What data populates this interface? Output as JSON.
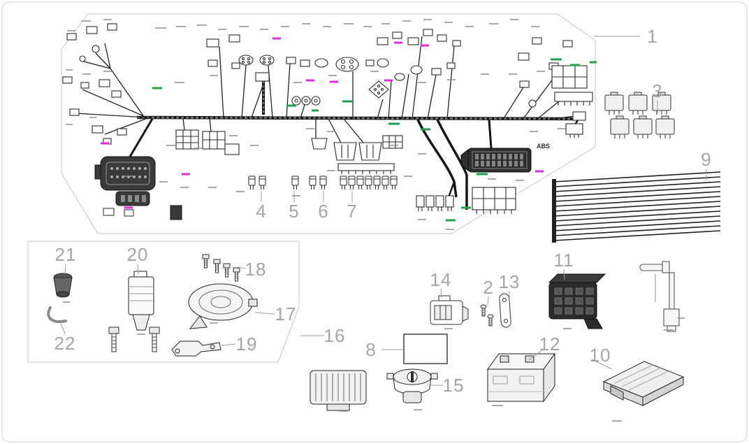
{
  "page": {
    "type": "exploded-parts-diagram",
    "subject": "vehicle main wiring harness and electrical components"
  },
  "labels": {
    "abs": "ABS"
  },
  "callouts": [
    {
      "id": "1"
    },
    {
      "id": "2"
    },
    {
      "id": "3"
    },
    {
      "id": "4"
    },
    {
      "id": "5"
    },
    {
      "id": "6"
    },
    {
      "id": "7"
    },
    {
      "id": "8"
    },
    {
      "id": "9"
    },
    {
      "id": "10"
    },
    {
      "id": "11"
    },
    {
      "id": "12"
    },
    {
      "id": "13"
    },
    {
      "id": "14"
    },
    {
      "id": "15"
    },
    {
      "id": "16"
    },
    {
      "id": "17"
    },
    {
      "id": "18"
    },
    {
      "id": "19"
    },
    {
      "id": "20"
    },
    {
      "id": "21"
    },
    {
      "id": "22"
    }
  ]
}
